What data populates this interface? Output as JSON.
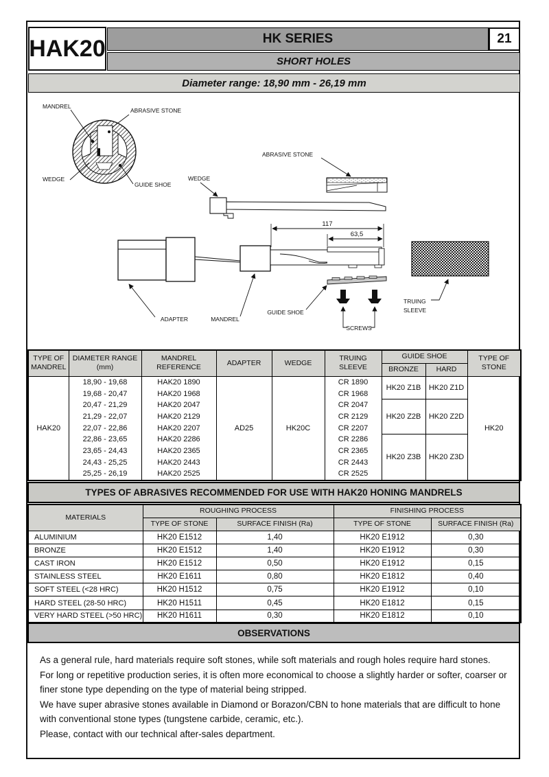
{
  "header": {
    "brand": "HAK20",
    "series": "HK SERIES",
    "subtitle": "SHORT HOLES",
    "page_number": "21",
    "diameter_range": "Diameter range: 18,90 mm - 26,19 mm"
  },
  "colors": {
    "series_bar": "#9d9d9d",
    "subtitle_bar": "#b1b1b1",
    "diameter_bar": "#d3d3cf",
    "table_header": "#d4d4d0",
    "abrasives_banner": "#c9c9c5",
    "observations_banner": "#bdbdbd"
  },
  "diagram": {
    "labels": {
      "mandrel_cross": "MANDREL",
      "abrasive_stone_cross": "ABRASIVE STONE",
      "wedge_cross": "WEDGE",
      "guide_shoe_cross": "GUIDE SHOE",
      "abrasive_stone_side": "ABRASIVE STONE",
      "wedge_side": "WEDGE",
      "adapter": "ADAPTER",
      "mandrel_side": "MANDREL",
      "guide_shoe_side": "GUIDE SHOE",
      "screws": "SCREWS",
      "truing_line1": "TRUING",
      "truing_line2": "SLEEVE"
    },
    "dimensions": {
      "overall": "117",
      "partial": "63,5"
    }
  },
  "mandrel_table": {
    "headers": {
      "type_of_mandrel": "TYPE OF\nMANDREL",
      "diameter_range": "DIAMETER RANGE\n(mm)",
      "mandrel_reference": "MANDREL\nREFERENCE",
      "adapter": "ADAPTER",
      "wedge": "WEDGE",
      "truing_sleeve": "TRUING\nSLEEVE",
      "guide_shoe": "GUIDE SHOE",
      "bronze": "BRONZE",
      "hard": "HARD",
      "type_of_stone": "TYPE OF\nSTONE"
    },
    "type_of_mandrel": "HAK20",
    "adapter": "AD25",
    "wedge": "HK20C",
    "type_of_stone": "HK20",
    "rows": [
      {
        "diameter": "18,90 - 19,68",
        "reference": "HAK20 1890",
        "truing": "CR 1890"
      },
      {
        "diameter": "19,68 - 20,47",
        "reference": "HAK20 1968",
        "truing": "CR 1968"
      },
      {
        "diameter": "20,47 - 21,29",
        "reference": "HAK20 2047",
        "truing": "CR 2047"
      },
      {
        "diameter": "21,29 - 22,07",
        "reference": "HAK20 2129",
        "truing": "CR 2129"
      },
      {
        "diameter": "22,07 - 22,86",
        "reference": "HAK20 2207",
        "truing": "CR 2207"
      },
      {
        "diameter": "22,86 - 23,65",
        "reference": "HAK20 2286",
        "truing": "CR 2286"
      },
      {
        "diameter": "23,65 - 24,43",
        "reference": "HAK20 2365",
        "truing": "CR 2365"
      },
      {
        "diameter": "24,43 - 25,25",
        "reference": "HAK20 2443",
        "truing": "CR 2443"
      },
      {
        "diameter": "25,25 - 26,19",
        "reference": "HAK20 2525",
        "truing": "CR 2525"
      }
    ],
    "guide_shoe_groups": [
      {
        "bronze": "HK20 Z1B",
        "hard": "HK20 Z1D",
        "row_span": 2
      },
      {
        "bronze": "HK20 Z2B",
        "hard": "HK20 Z2D",
        "row_span": 3
      },
      {
        "bronze": "HK20 Z3B",
        "hard": "HK20 Z3D",
        "row_span": 4
      }
    ]
  },
  "abrasives": {
    "banner": "TYPES OF ABRASIVES RECOMMENDED FOR USE WITH HAK20 HONING MANDRELS",
    "headers": {
      "materials": "MATERIALS",
      "roughing": "ROUGHING PROCESS",
      "finishing": "FINISHING PROCESS",
      "type_of_stone": "TYPE OF STONE",
      "surface_finish": "SURFACE FINISH (Ra)"
    },
    "rows": [
      {
        "material": "ALUMINIUM",
        "rough_stone": "HK20 E1512",
        "rough_ra": "1,40",
        "finish_stone": "HK20 E1912",
        "finish_ra": "0,30"
      },
      {
        "material": "BRONZE",
        "rough_stone": "HK20 E1512",
        "rough_ra": "1,40",
        "finish_stone": "HK20 E1912",
        "finish_ra": "0,30"
      },
      {
        "material": "CAST IRON",
        "rough_stone": "HK20 E1512",
        "rough_ra": "0,50",
        "finish_stone": "HK20 E1912",
        "finish_ra": "0,15"
      },
      {
        "material": "STAINLESS STEEL",
        "rough_stone": "HK20 E1611",
        "rough_ra": "0,80",
        "finish_stone": "HK20 E1812",
        "finish_ra": "0,40"
      },
      {
        "material": "SOFT STEEL (<28 HRC)",
        "rough_stone": "HK20 H1512",
        "rough_ra": "0,75",
        "finish_stone": "HK20 E1912",
        "finish_ra": "0,10"
      },
      {
        "material": "HARD STEEL (28-50 HRC)",
        "rough_stone": "HK20 H1511",
        "rough_ra": "0,45",
        "finish_stone": "HK20 E1812",
        "finish_ra": "0,15"
      },
      {
        "material": "VERY HARD STEEL (>50 HRC)",
        "rough_stone": "HK20 H1611",
        "rough_ra": "0,30",
        "finish_stone": "HK20 E1812",
        "finish_ra": "0,10"
      }
    ]
  },
  "observations": {
    "title": "OBSERVATIONS",
    "paragraphs": [
      "As a general rule, hard materials require soft stones, while soft materials and rough holes require hard stones.",
      "For long or repetitive production series, it is often more economical to choose a slightly harder or softer, coarser or finer stone type depending on the type of material being stripped.",
      "We have super abrasive stones available in Diamond or Borazon/CBN to hone materials that are difficult to hone with conventional stone types (tungstene carbide, ceramic, etc.).",
      "Please, contact with our technical after-sales department."
    ]
  }
}
